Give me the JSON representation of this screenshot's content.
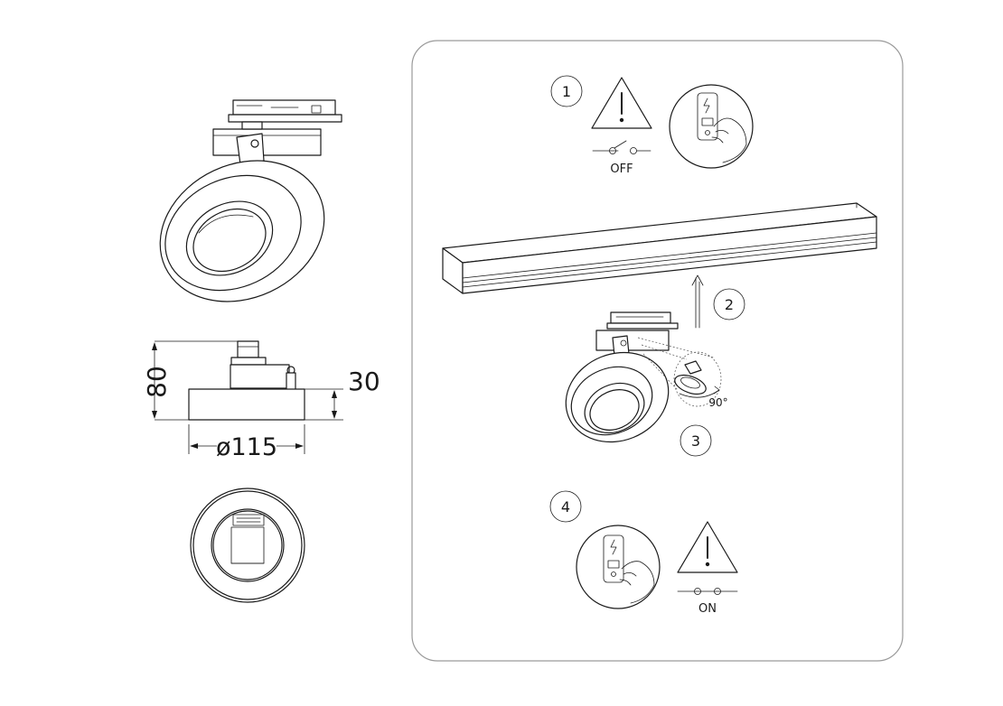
{
  "dimensions": {
    "height_label": "80",
    "depth_label": "30",
    "diameter_label": "ø115"
  },
  "steps": [
    {
      "number": "1",
      "state_label": "OFF"
    },
    {
      "number": "2"
    },
    {
      "number": "3",
      "angle_label": "90°"
    },
    {
      "number": "4",
      "state_label": "ON"
    }
  ],
  "icons": {
    "warning": "warning-triangle-icon",
    "switch_off": "switch-off-icon",
    "switch_on": "switch-on-icon",
    "hand_switch": "hand-on-switch-icon"
  }
}
